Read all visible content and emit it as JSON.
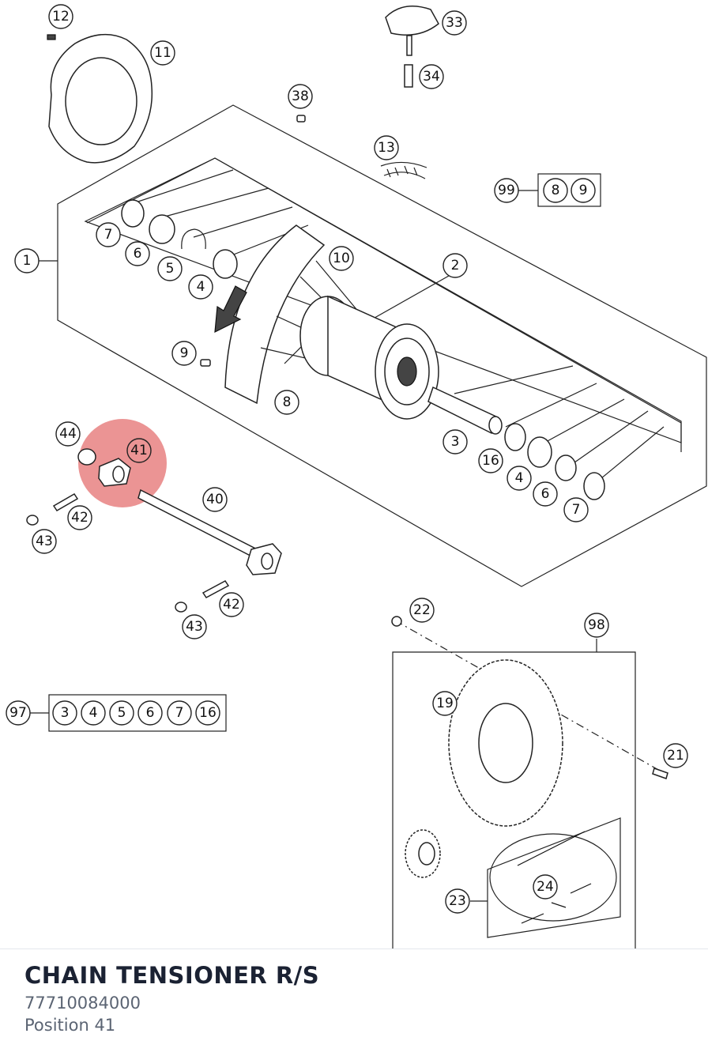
{
  "diagram": {
    "callouts": [
      "12",
      "11",
      "33",
      "34",
      "38",
      "13",
      "99",
      "8",
      "9",
      "1",
      "7",
      "6",
      "5",
      "4",
      "10",
      "2",
      "9",
      "8",
      "44",
      "41",
      "3",
      "16",
      "4",
      "6",
      "7",
      "40",
      "42",
      "43",
      "42",
      "43",
      "22",
      "98",
      "97",
      "3",
      "4",
      "5",
      "6",
      "7",
      "16",
      "19",
      "21",
      "24",
      "23"
    ],
    "highlight_callout": "41",
    "highlight_color": "#e05a5a"
  },
  "footer": {
    "part_name": "CHAIN TENSIONER R/S",
    "part_number": "77710084000",
    "position": "Position 41"
  }
}
